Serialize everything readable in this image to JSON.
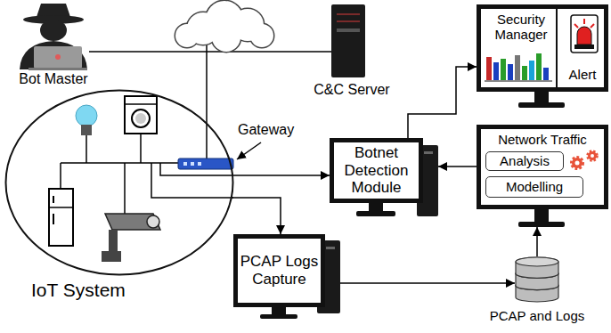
{
  "diagram": {
    "nodes": [
      {
        "text": [
          "Bot Master"
        ]
      },
      {
        "text": [
          "C&C Server"
        ]
      },
      {
        "text": [
          "IoT System"
        ]
      },
      {
        "text": [
          "Security Manager",
          "Alert"
        ]
      },
      {
        "text": [
          "Botnet Detection Module"
        ]
      },
      {
        "text": [
          "Network Traffic"
        ]
      },
      {
        "text": [
          "Analysis"
        ],
        "in": 5
      },
      {
        "text": [
          "Modelling"
        ],
        "in": 5
      },
      {
        "text": [
          "PCAP Logs Capture"
        ]
      },
      {
        "text": [
          "PCAP and Logs"
        ]
      }
    ],
    "edges": [
      {
        "from": 2,
        "to": 4,
        "arrow": "to"
      },
      {
        "from": 2,
        "to": 8,
        "arrow": "to"
      },
      {
        "from": 8,
        "to": 9,
        "arrow": "to"
      },
      {
        "from": 9,
        "to": 5,
        "arrow": "to"
      },
      {
        "from": 5,
        "to": 4,
        "arrow": "to"
      },
      {
        "from": 4,
        "to": 3,
        "arrow": "to"
      }
    ],
    "labels": [
      "Gateway"
    ]
  }
}
